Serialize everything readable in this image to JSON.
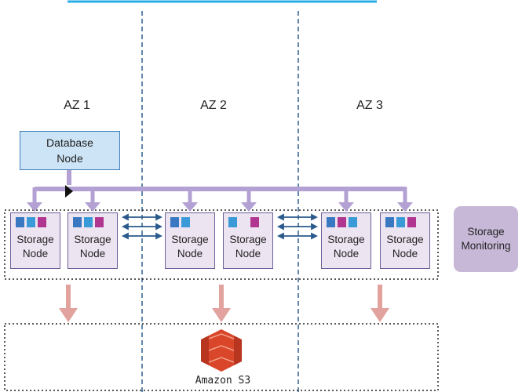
{
  "zones": [
    {
      "label": "AZ 1"
    },
    {
      "label": "AZ 2"
    },
    {
      "label": "AZ 3"
    }
  ],
  "database_node": {
    "line1": "Database",
    "line2": "Node"
  },
  "storage_node": {
    "line1": "Storage",
    "line2": "Node"
  },
  "storage_nodes": [
    {
      "chips": [
        "#3a78c2",
        "#3a9ad8",
        "#b0368f"
      ]
    },
    {
      "chips": [
        "#3a78c2",
        "#3a9ad8",
        "#b0368f"
      ]
    },
    {
      "chips": [
        "#3a78c2",
        "#3a9ad8"
      ]
    },
    {
      "chips": [
        "#3a9ad8",
        "",
        "#b0368f"
      ]
    },
    {
      "chips": [
        "#3a78c2",
        "#b0368f",
        "#3a9ad8"
      ]
    },
    {
      "chips": [
        "#3a78c2",
        "#3a9ad8",
        "#b0368f"
      ]
    }
  ],
  "monitoring": {
    "line1": "Storage",
    "line2": "Monitoring"
  },
  "s3": {
    "label": "Amazon S3"
  },
  "colors": {
    "top_line": "#29aee6",
    "divider": "#2d5f8f",
    "replication_arrow": "#b3a1d3",
    "sync_arrow": "#2a5a8c",
    "backup_arrow": "#e2a39f",
    "s3_icon": "#d9462a"
  }
}
